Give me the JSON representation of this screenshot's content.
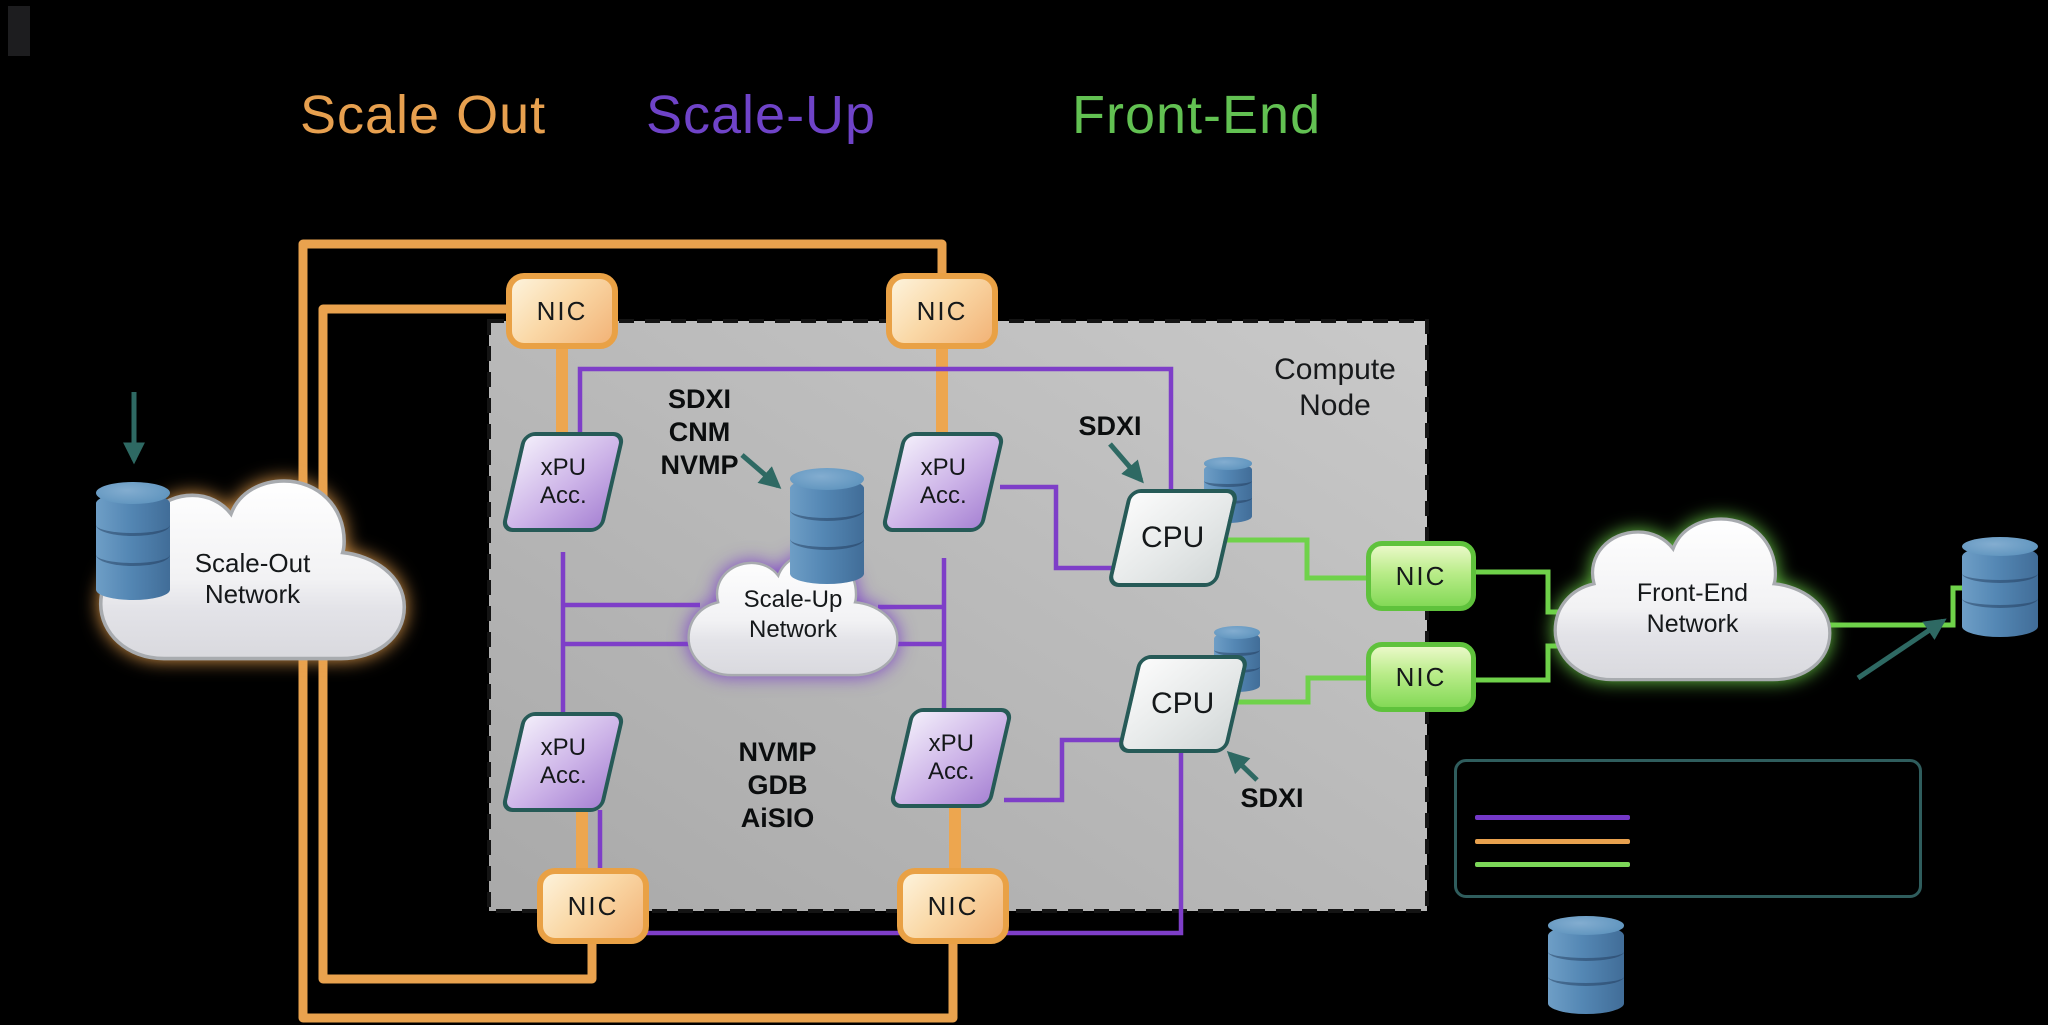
{
  "titles": {
    "scale_out": "Scale Out",
    "scale_up": "Scale-Up",
    "front_end": "Front-End"
  },
  "compute_node": {
    "label": "Compute Node"
  },
  "labels": {
    "nic": "NIC",
    "xpu_line1": "xPU",
    "xpu_line2": "Acc.",
    "cpu": "CPU"
  },
  "clouds": {
    "scale_out": {
      "line1": "Scale-Out",
      "line2": "Network"
    },
    "scale_up": {
      "line1": "Scale-Up",
      "line2": "Network"
    },
    "front_end": {
      "line1": "Front-End",
      "line2": "Network"
    }
  },
  "annotations": {
    "top_stack": [
      "SDXI",
      "CNM",
      "NVMP"
    ],
    "sdxi_top": "SDXI",
    "bottom_stack": [
      "NVMP",
      "GDB",
      "AiSIO"
    ],
    "sdxi_bottom": "SDXI"
  },
  "legend": {
    "line_colors": {
      "scale_up_purple": "#7438C8",
      "scale_out_orange": "#E8A14E",
      "front_end_green": "#7CD658"
    }
  },
  "colors": {
    "scale_out_orange": "#E9A24E",
    "scale_up_purple": "#7E3EC8",
    "front_end_green": "#6FD24A",
    "annotation_teal": "#2E6963",
    "database_blue": "#5487B4",
    "compute_node_gray": "#BDBDBD"
  }
}
